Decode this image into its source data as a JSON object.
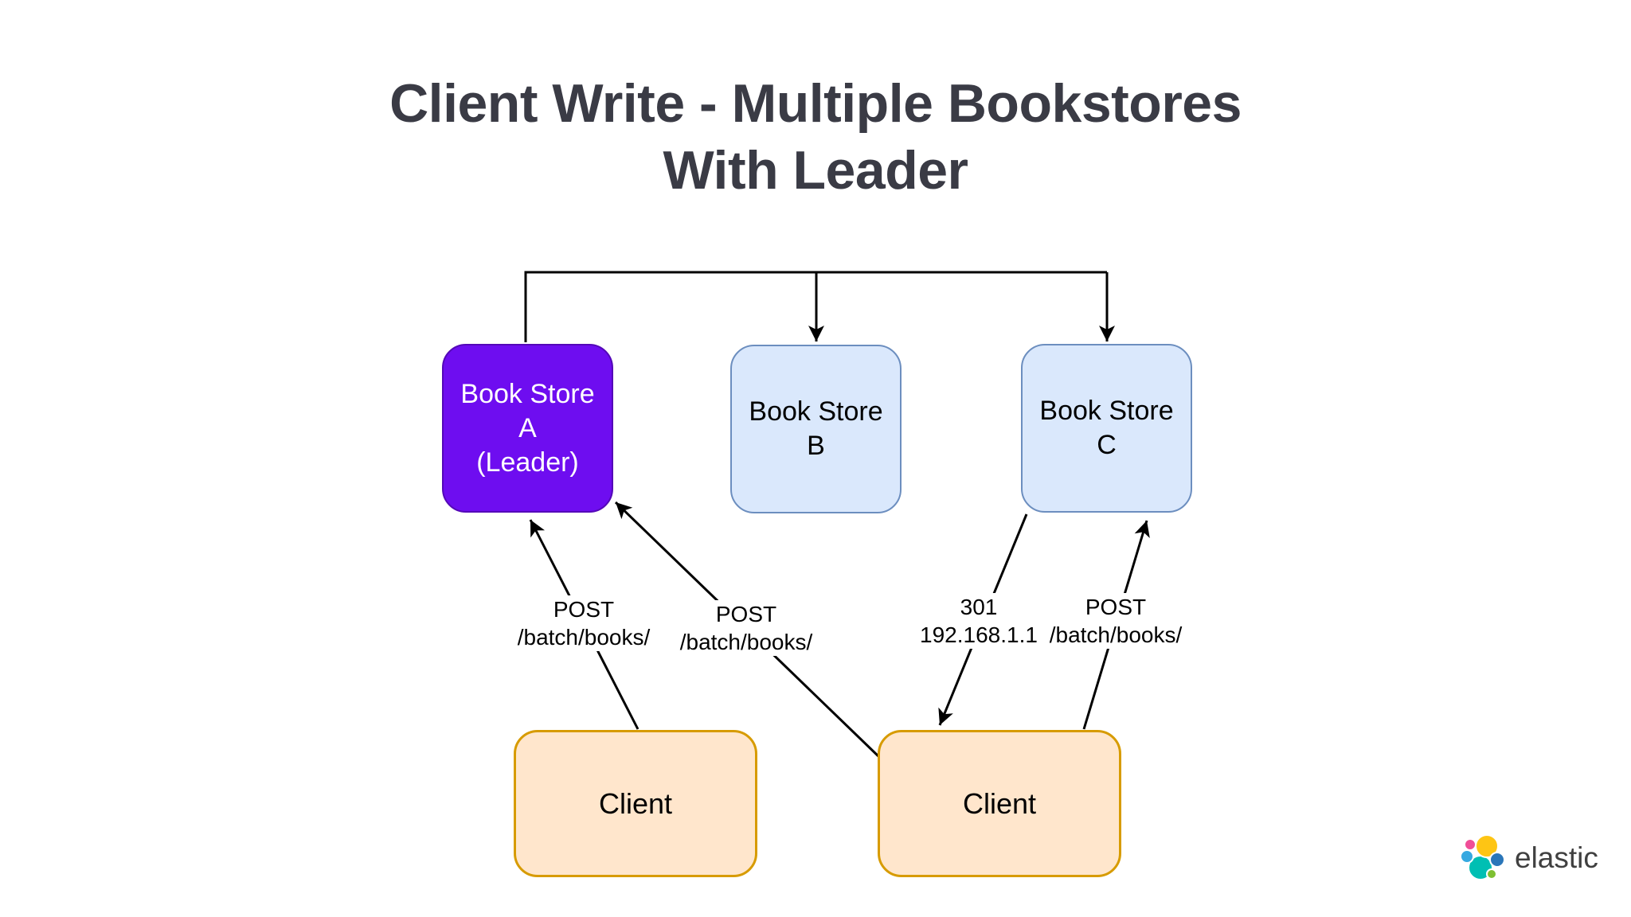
{
  "title": {
    "line1": "Client Write - Multiple Bookstores",
    "line2": "With Leader"
  },
  "nodes": {
    "store_a": {
      "line1": "Book Store",
      "line2": "A",
      "line3": "(Leader)"
    },
    "store_b": {
      "line1": "Book Store",
      "line2": "B"
    },
    "store_c": {
      "line1": "Book Store",
      "line2": "C"
    },
    "client_left": {
      "label": "Client"
    },
    "client_right": {
      "label": "Client"
    }
  },
  "edge_labels": {
    "client_left_to_store_a": {
      "line1": "POST",
      "line2": "/batch/books/"
    },
    "client_right_to_store_a": {
      "line1": "POST",
      "line2": "/batch/books/"
    },
    "store_c_to_client_right": {
      "line1": "301",
      "line2": "192.168.1.1"
    },
    "client_right_to_store_c": {
      "line1": "POST",
      "line2": "/batch/books/"
    }
  },
  "logo": {
    "text": "elastic"
  },
  "palette": {
    "title_color": "#3a3b45",
    "line_color": "#000000",
    "label_color": "#000000",
    "store_a_fill": "#6e0df0",
    "store_a_border": "#5408b8",
    "store_a_text": "#ffffff",
    "store_bc_fill": "#dae8fc",
    "store_bc_border": "#6c8ebf",
    "client_fill": "#ffe6cc",
    "client_border": "#d79b00",
    "logo_yellow": "#fec514",
    "logo_pink": "#f04e98",
    "logo_lightblue": "#36a9e1",
    "logo_teal": "#00bfb3",
    "logo_blue": "#2a76b9",
    "logo_green": "#7ec032",
    "logo_text_color": "#404040"
  }
}
